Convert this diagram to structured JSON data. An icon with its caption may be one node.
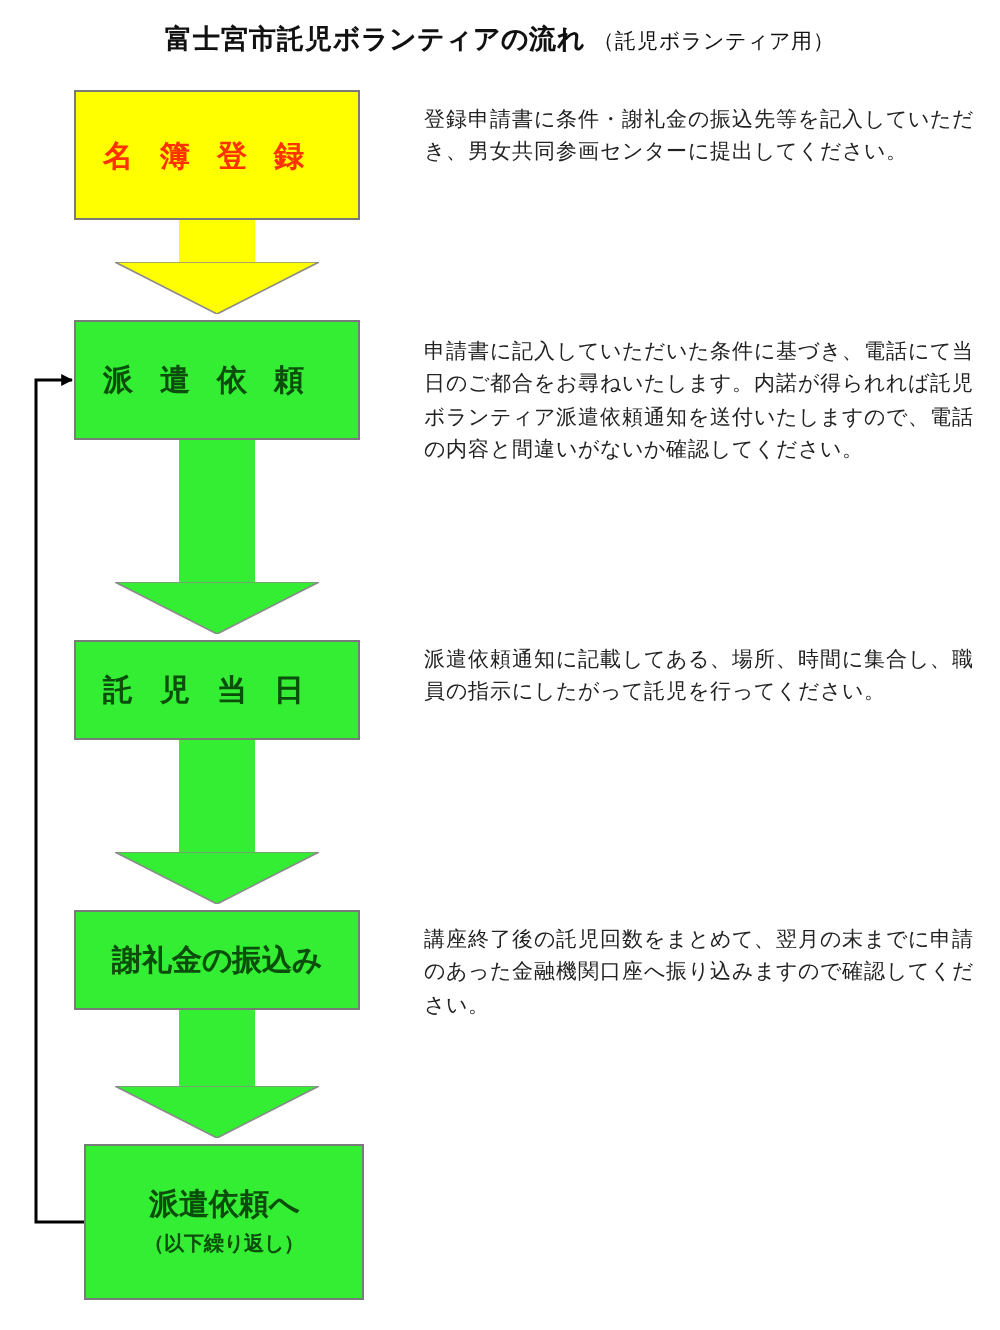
{
  "diagram": {
    "title": "富士宮市託児ボランティアの流れ",
    "labels": [
      "（託児ボランティア用）"
    ],
    "nodes": [
      {
        "text": [
          "名簿登録"
        ],
        "beside": [
          "登録申請書に条件・謝礼金の振込先等を記入していただき、男女共同参画センターに提出してください。"
        ]
      },
      {
        "text": [
          "派遣依頼"
        ],
        "beside": [
          "申請書に記入していただいた条件に基づき、電話にて当日のご都合をお尋ねいたします。内諾が得られれば託児ボランティア派遣依頼通知を送付いたしますので、電話の内容と間違いがないか確認してください。"
        ]
      },
      {
        "text": [
          "託児当日"
        ],
        "beside": [
          "派遣依頼通知に記載してある、場所、時間に集合し、職員の指示にしたがって託児を行ってください。"
        ]
      },
      {
        "text": [
          "謝礼金の振込み"
        ],
        "beside": [
          "講座終了後の託児回数をまとめて、翌月の末までに申請のあった金融機関口座へ振り込みますので確認してください。"
        ]
      },
      {
        "text": [
          "派遣依頼へ",
          "（以下繰り返し）"
        ]
      }
    ],
    "edges": [
      {
        "from": 0,
        "to": 1,
        "arrow": "to",
        "color": "#ffff00"
      },
      {
        "from": 1,
        "to": 2,
        "arrow": "to"
      },
      {
        "from": 2,
        "to": 3,
        "arrow": "to"
      },
      {
        "from": 3,
        "to": 4,
        "arrow": "to"
      },
      {
        "from": 4,
        "to": 1,
        "arrow": "to",
        "color": "#000000"
      }
    ]
  }
}
